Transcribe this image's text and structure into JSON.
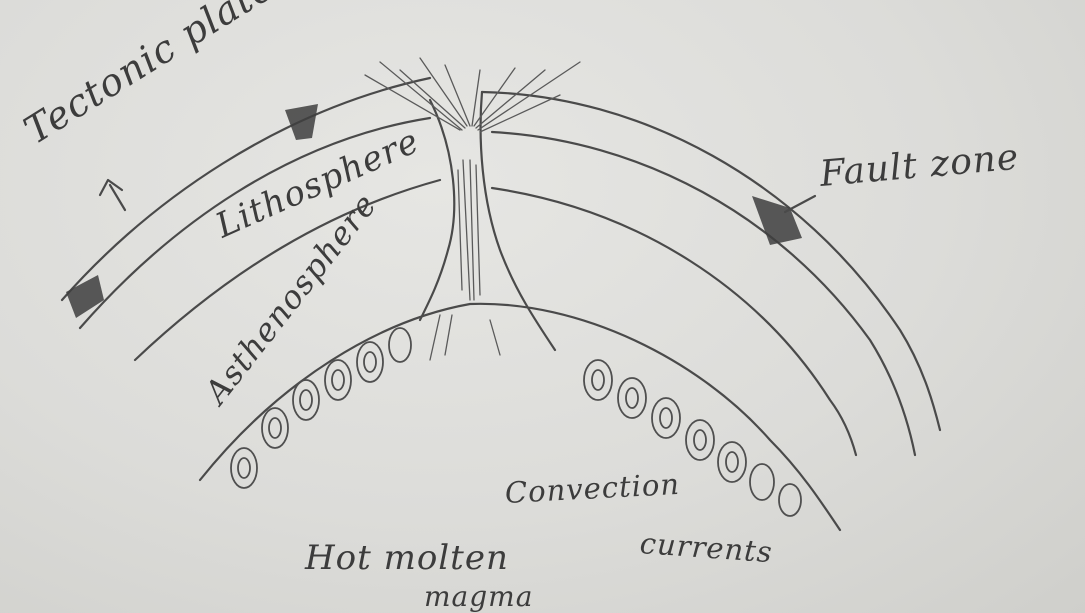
{
  "labels": {
    "tectonic_plate": "Tectonic plate",
    "lithosphere": "Lithosphere",
    "asthenosphere": "Asthenosphere",
    "fault_zone": "Fault zone",
    "convection": "Convection",
    "currents": "currents",
    "hot_molten": "Hot molten",
    "magma": "magma"
  }
}
